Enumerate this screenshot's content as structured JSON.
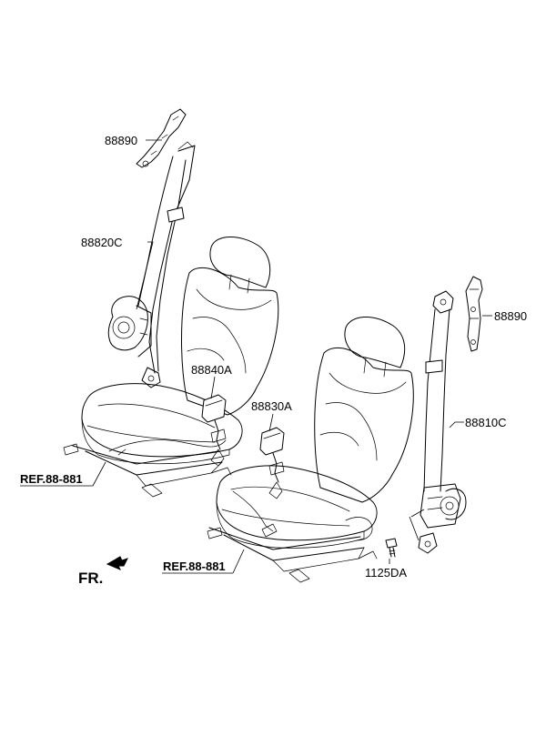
{
  "diagram": {
    "parts": [
      {
        "id": "upper_left_anchor",
        "label": "88890"
      },
      {
        "id": "left_belt",
        "label": "88820C"
      },
      {
        "id": "left_buckle",
        "label": "88840A"
      },
      {
        "id": "right_buckle",
        "label": "88830A"
      },
      {
        "id": "right_upper_anchor",
        "label": "88890"
      },
      {
        "id": "right_belt",
        "label": "88810C"
      },
      {
        "id": "bolt",
        "label": "1125DA"
      }
    ],
    "references": [
      {
        "id": "ref_left",
        "label": "REF.88-881"
      },
      {
        "id": "ref_right",
        "label": "REF.88-881"
      }
    ],
    "direction_marker": {
      "label": "FR."
    }
  }
}
